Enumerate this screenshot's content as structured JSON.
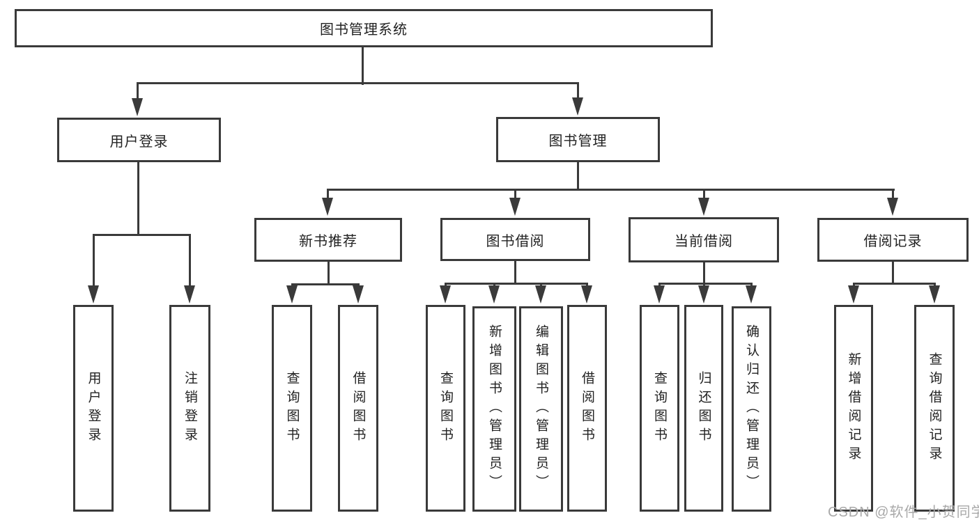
{
  "diagram": {
    "root": {
      "label": "图书管理系统"
    },
    "level2": [
      {
        "label": "用户登录"
      },
      {
        "label": "图书管理"
      }
    ],
    "user_login_children": [
      {
        "label": "用户登录"
      },
      {
        "label": "注销登录"
      }
    ],
    "level3": [
      {
        "label": "新书推荐"
      },
      {
        "label": "图书借阅"
      },
      {
        "label": "当前借阅"
      },
      {
        "label": "借阅记录"
      }
    ],
    "new_book_children": [
      {
        "label": "查询图书"
      },
      {
        "label": "借阅图书"
      }
    ],
    "book_borrow_children": [
      {
        "label": "查询图书"
      },
      {
        "label": "新增图书（管理员）"
      },
      {
        "label": "编辑图书（管理员）"
      },
      {
        "label": "借阅图书"
      }
    ],
    "current_borrow_children": [
      {
        "label": "查询图书"
      },
      {
        "label": "归还图书"
      },
      {
        "label": "确认归还（管理员）"
      }
    ],
    "borrow_record_children": [
      {
        "label": "新增借阅记录"
      },
      {
        "label": "查询借阅记录"
      }
    ]
  },
  "watermark": "CSDN @软件_小贺同学",
  "colors": {
    "line": "#3a3a3a",
    "text": "#222222",
    "watermark": "#a9a9a9",
    "background": "#ffffff"
  }
}
